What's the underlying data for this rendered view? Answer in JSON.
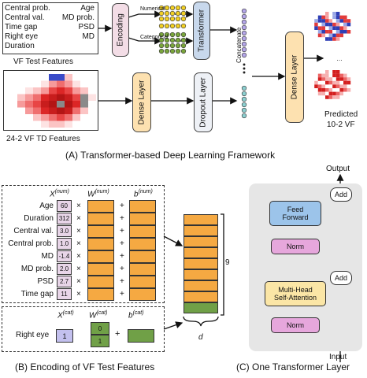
{
  "panel_a": {
    "features_grid": [
      [
        "Central prob.",
        "Age"
      ],
      [
        "Central val.",
        "MD prob."
      ],
      [
        "Time gap",
        "PSD"
      ],
      [
        "Right eye",
        "MD"
      ],
      [
        "Duration",
        ""
      ]
    ],
    "vf_test_caption": "VF Test Features",
    "td_caption": "24-2 VF TD Features",
    "encoding": "Encoding",
    "numerical": "Numerical",
    "categorical": "Categorical",
    "transformer": "Transformer",
    "concatenate": "Concatenate",
    "dense1": "Dense Layer",
    "dropout": "Dropout Layer",
    "dense2": "Dense Layer",
    "predicted": "Predicted",
    "predicted2": "10-2 VF",
    "caption": "(A) Transformer-based Deep Learning Framework",
    "colors": {
      "yellow": "#f2d024",
      "green": "#7aa53c",
      "purple": "#b4a6e8",
      "teal": "#8ccfd0",
      "encoding_fill": "#f3dde6",
      "transformer_fill": "#c8d8ec",
      "dense_fill": "#fde1b0",
      "dropout_fill": "#eef1f6"
    }
  },
  "panel_b": {
    "x_num": "X",
    "x_num_sup": "(num)",
    "w_num": "W",
    "w_num_sup": "(num)",
    "b_num": "b",
    "b_num_sup": "(num)",
    "rows": [
      {
        "label": "Age",
        "value": "60"
      },
      {
        "label": "Duration",
        "value": "312"
      },
      {
        "label": "Central val.",
        "value": "3.0"
      },
      {
        "label": "Central prob.",
        "value": "1.0"
      },
      {
        "label": "MD",
        "value": "-1.4"
      },
      {
        "label": "MD prob.",
        "value": "2.0"
      },
      {
        "label": "PSD",
        "value": "2.7"
      },
      {
        "label": "Time gap",
        "value": "11"
      }
    ],
    "times": "×",
    "plus": "+",
    "x_cat": "X",
    "x_cat_sup": "(cat)",
    "w_cat": "W",
    "w_cat_sup": "(cat)",
    "b_cat": "b",
    "b_cat_sup": "(cat)",
    "cat_label": "Right eye",
    "cat_value": "1",
    "w_cat_values": [
      "0",
      "1"
    ],
    "nine": "9",
    "d": "d",
    "caption": "(B) Encoding of VF Test Features",
    "colors": {
      "orange": "#f5a942",
      "green": "#70a047",
      "value_fill": "#e8d5e8",
      "cat_fill": "#c3c0ee"
    }
  },
  "panel_c": {
    "output": "Output",
    "add_top": "Add",
    "feed_forward": [
      "Feed",
      "Forward"
    ],
    "norm_top": "Norm",
    "add_bottom": "Add",
    "mhsa": [
      "Multi-Head",
      "Self-Attention"
    ],
    "norm_bottom": "Norm",
    "input": "Input",
    "caption": "(C) One Transformer Layer",
    "colors": {
      "panel_bg": "#e6e6e6",
      "ff_fill": "#9cc4ea",
      "norm_fill": "#e6a7dc",
      "mhsa_fill": "#fbe6a6"
    }
  }
}
